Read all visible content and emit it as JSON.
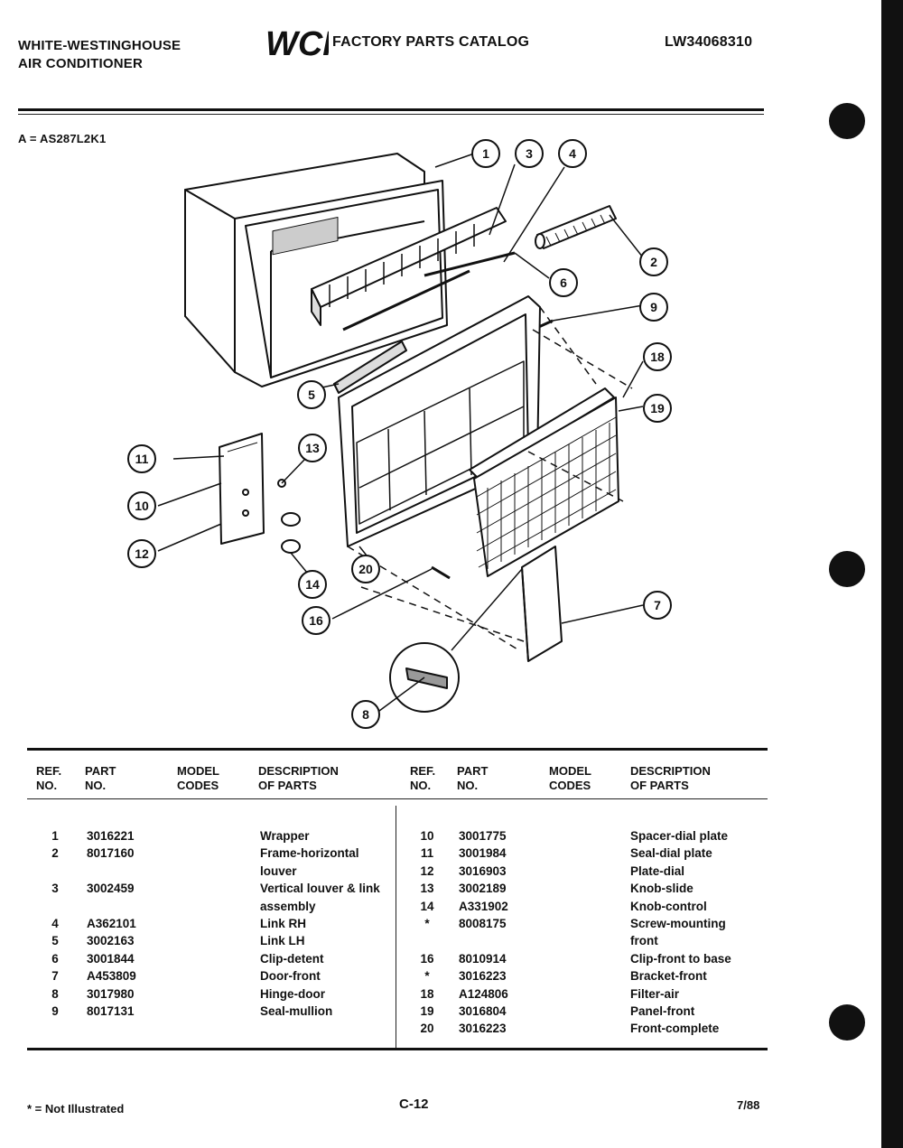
{
  "header": {
    "brand_line1": "WHITE-WESTINGHOUSE",
    "brand_line2": "AIR CONDITIONER",
    "logo_text": "WCI",
    "catalog_title": "FACTORY PARTS CATALOG",
    "model_number": "LW34068310"
  },
  "model_code": "A = AS287L2K1",
  "callouts": [
    "1",
    "3",
    "4",
    "2",
    "6",
    "9",
    "18",
    "19",
    "5",
    "11",
    "13",
    "10",
    "12",
    "14",
    "20",
    "16",
    "7",
    "8"
  ],
  "table": {
    "headers": {
      "ref": [
        "REF.",
        "NO."
      ],
      "part": [
        "PART",
        "NO."
      ],
      "model": [
        "MODEL",
        "CODES"
      ],
      "desc": [
        "DESCRIPTION",
        "OF PARTS"
      ]
    },
    "left": [
      {
        "ref": "1",
        "part": "3016221",
        "desc": "Wrapper"
      },
      {
        "ref": "2",
        "part": "8017160",
        "desc": "Frame-horizontal"
      },
      {
        "ref": "",
        "part": "",
        "desc": "louver"
      },
      {
        "ref": "3",
        "part": "3002459",
        "desc": "Vertical louver & link"
      },
      {
        "ref": "",
        "part": "",
        "desc": "assembly"
      },
      {
        "ref": "4",
        "part": "A362101",
        "desc": "Link RH"
      },
      {
        "ref": "5",
        "part": "3002163",
        "desc": "Link LH"
      },
      {
        "ref": "6",
        "part": "3001844",
        "desc": "Clip-detent"
      },
      {
        "ref": "7",
        "part": "A453809",
        "desc": "Door-front"
      },
      {
        "ref": "8",
        "part": "3017980",
        "desc": "Hinge-door"
      },
      {
        "ref": "9",
        "part": "8017131",
        "desc": "Seal-mullion"
      }
    ],
    "right": [
      {
        "ref": "10",
        "part": "3001775",
        "desc": "Spacer-dial plate"
      },
      {
        "ref": "11",
        "part": "3001984",
        "desc": "Seal-dial plate"
      },
      {
        "ref": "12",
        "part": "3016903",
        "desc": "Plate-dial"
      },
      {
        "ref": "13",
        "part": "3002189",
        "desc": "Knob-slide"
      },
      {
        "ref": "14",
        "part": "A331902",
        "desc": "Knob-control"
      },
      {
        "ref": "*",
        "part": "8008175",
        "desc": "Screw-mounting"
      },
      {
        "ref": "",
        "part": "",
        "desc": "front"
      },
      {
        "ref": "16",
        "part": "8010914",
        "desc": "Clip-front to base"
      },
      {
        "ref": "*",
        "part": "3016223",
        "desc": "Bracket-front"
      },
      {
        "ref": "18",
        "part": "A124806",
        "desc": "Filter-air"
      },
      {
        "ref": "19",
        "part": "3016804",
        "desc": "Panel-front"
      },
      {
        "ref": "20",
        "part": "3016223",
        "desc": "Front-complete"
      }
    ]
  },
  "footer": {
    "note": "* = Not Illustrated",
    "page": "C-12",
    "date": "7/88"
  }
}
